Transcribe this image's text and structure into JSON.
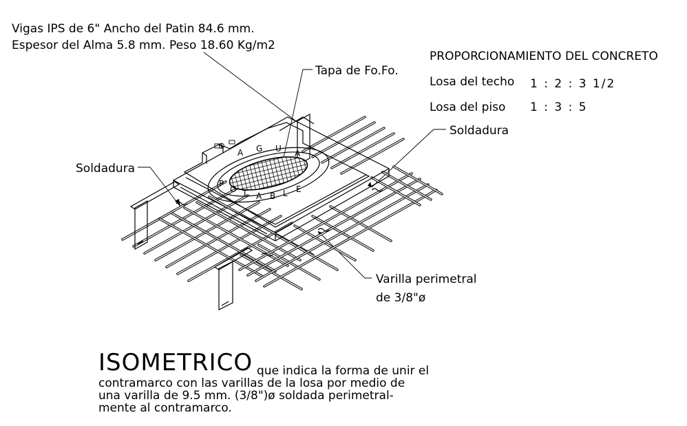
{
  "labels": {
    "vigas_line1": "Vigas IPS de 6\" Ancho del Patin 84.6 mm.",
    "vigas_line2": "Espesor del Alma 5.8 mm. Peso 18.60 Kg/m2",
    "tapa": "Tapa de Fo.Fo.",
    "soldadura_left": "Soldadura",
    "soldadura_right": "Soldadura",
    "varilla_line1": "Varilla perimetral",
    "varilla_line2": "de 3/8\"ø"
  },
  "proporcionamiento": {
    "title": "PROPORCIONAMIENTO DEL CONCRETO",
    "rows": [
      {
        "name": "Losa del techo",
        "ratio": "1 : 2 : 3 1/2"
      },
      {
        "name": "Losa del piso",
        "ratio": "1 : 3 : 5"
      }
    ]
  },
  "lid_text": {
    "top": [
      "A",
      "G",
      "U",
      "A"
    ],
    "bottom": [
      "P",
      "O",
      "T",
      "A",
      "B",
      "L",
      "E"
    ]
  },
  "caption": {
    "title": "ISOMETRICO",
    "line1": "que indica la forma de unir el",
    "line2": "contramarco con las varillas de la losa por medio de",
    "line3": "una varilla de 9.5 mm. (3/8\")ø soldada perimetral-",
    "line4": "mente al contramarco."
  }
}
